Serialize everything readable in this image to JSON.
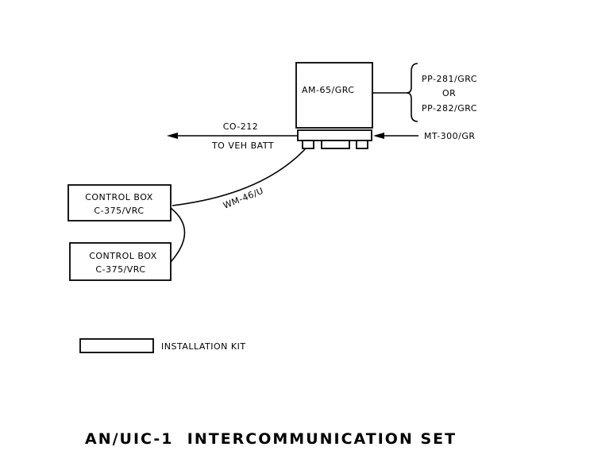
{
  "diagram": {
    "components": {
      "amplifier": "AM-65/GRC",
      "power_supply_line1": "PP-281/GRC",
      "power_supply_or": "OR",
      "power_supply_line2": "PP-282/GRC",
      "mount": "MT-300/GR",
      "cable_power": "CO-212",
      "cable_power_note": "TO VEH BATT",
      "cable_control": "WM-46/U",
      "control_box_1_line1": "CONTROL BOX",
      "control_box_1_line2": "C-375/VRC",
      "control_box_2_line1": "CONTROL BOX",
      "control_box_2_line2": "C-375/VRC"
    },
    "legend": {
      "installation_kit": "INSTALLATION KIT"
    },
    "title": "AN/UIC-1  INTERCOMMUNICATION SET"
  }
}
